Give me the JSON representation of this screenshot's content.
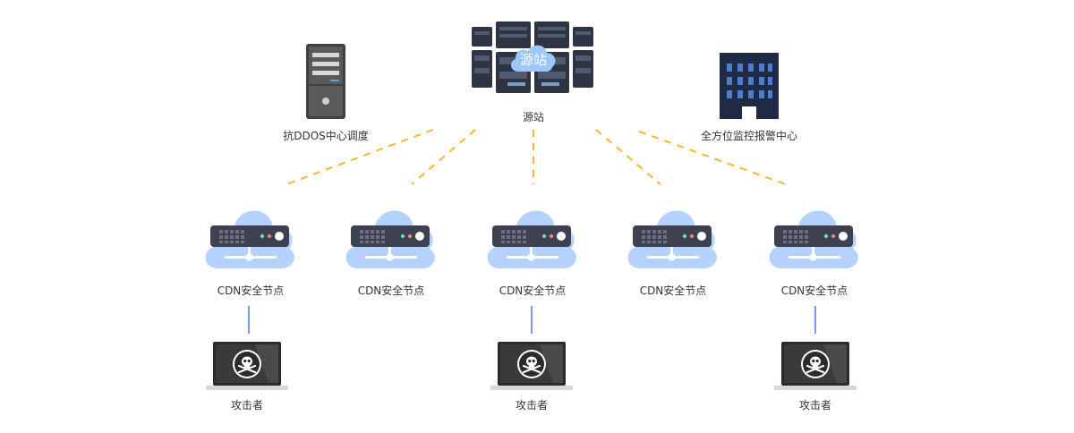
{
  "source": {
    "cloud_text": "源站",
    "label": "源站"
  },
  "ddos": {
    "label": "抗DDOS中心调度"
  },
  "monitor": {
    "label": "全方位监控报警中心"
  },
  "cdn_nodes": [
    {
      "label": "CDN安全节点"
    },
    {
      "label": "CDN安全节点"
    },
    {
      "label": "CDN安全节点"
    },
    {
      "label": "CDN安全节点"
    },
    {
      "label": "CDN安全节点"
    }
  ],
  "attackers": [
    {
      "label": "攻击者"
    },
    {
      "label": "攻击者"
    },
    {
      "label": "攻击者"
    }
  ],
  "colors": {
    "dash": "#F5B731",
    "cloud": "#B5D2FF",
    "server_body": "#3D4150",
    "link": "#7E97F0",
    "building": "#1F2B45",
    "laptop": "#2B2B2B"
  }
}
